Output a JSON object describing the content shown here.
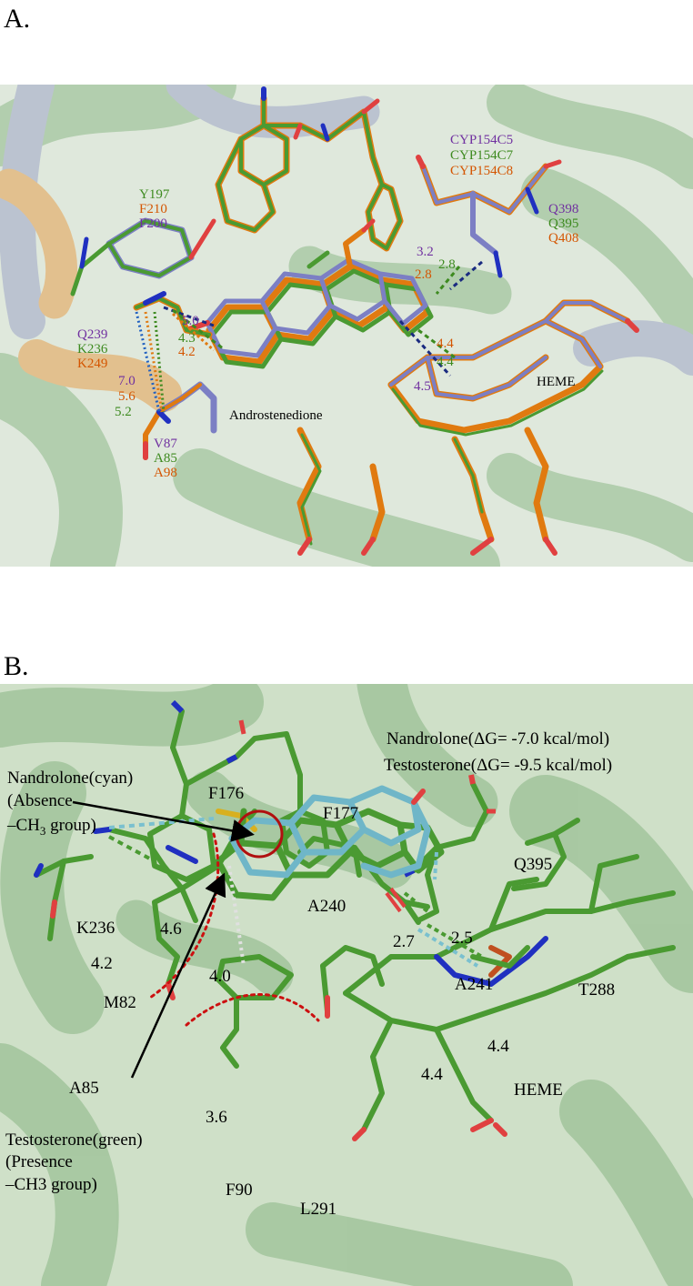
{
  "panel_a": {
    "label": "A.",
    "legend": [
      {
        "text": "CYP154C5",
        "color": "#7030a0"
      },
      {
        "text": "CYP154C7",
        "color": "#3d8a1f"
      },
      {
        "text": "CYP154C8",
        "color": "#d45500"
      }
    ],
    "residues": {
      "tyr": [
        {
          "text": "Y197",
          "color": "#3d8a1f"
        },
        {
          "text": "F210",
          "color": "#d45500"
        },
        {
          "text": "F200",
          "color": "#7030a0"
        }
      ],
      "gln_right": [
        {
          "text": "Q398",
          "color": "#7030a0"
        },
        {
          "text": "Q395",
          "color": "#3d8a1f"
        },
        {
          "text": "Q408",
          "color": "#d45500"
        }
      ],
      "gln_left": [
        {
          "text": "Q239",
          "color": "#7030a0"
        },
        {
          "text": "K236",
          "color": "#3d8a1f"
        },
        {
          "text": "K249",
          "color": "#d45500"
        }
      ],
      "val": [
        {
          "text": "V87",
          "color": "#7030a0"
        },
        {
          "text": "A85",
          "color": "#3d8a1f"
        },
        {
          "text": "A98",
          "color": "#d45500"
        }
      ]
    },
    "distances": [
      {
        "text": "3.2",
        "color": "#7030a0"
      },
      {
        "text": "2.8",
        "color": "#3d8a1f"
      },
      {
        "text": "2.8",
        "color": "#d45500"
      },
      {
        "text": "5.0",
        "color": "#7030a0"
      },
      {
        "text": "4.3",
        "color": "#3d8a1f"
      },
      {
        "text": "4.2",
        "color": "#d45500"
      },
      {
        "text": "7.0",
        "color": "#7030a0"
      },
      {
        "text": "5.6",
        "color": "#d45500"
      },
      {
        "text": "5.2",
        "color": "#3d8a1f"
      },
      {
        "text": "4.4",
        "color": "#d45500"
      },
      {
        "text": "4.4",
        "color": "#3d8a1f"
      },
      {
        "text": "4.5",
        "color": "#7030a0"
      }
    ],
    "heme_label": "HEME",
    "ligand_label": "Androstenedione"
  },
  "panel_b": {
    "label": "B.",
    "energy_lines": [
      "Nandrolone(ΔG= -7.0 kcal/mol)",
      "Testosterone(ΔG= -9.5 kcal/mol)"
    ],
    "nandrolone_note": {
      "line1": "Nandrolone(cyan)",
      "line2": "(Absence",
      "line3_prefix": "–CH",
      "line3_sub": "3",
      "line3_suffix": " group)"
    },
    "testosterone_note": [
      "Testosterone(green)",
      "(Presence",
      "–CH3 group)"
    ],
    "residues": [
      "F176",
      "F177",
      "Q395",
      "A240",
      "K236",
      "A241",
      "T288",
      "M82",
      "A85",
      "HEME",
      "F90",
      "L291"
    ],
    "distances": [
      "4.6",
      "4.2",
      "4.0",
      "2.7",
      "2.5",
      "4.4",
      "4.4",
      "3.6"
    ]
  },
  "colors": {
    "green_stick": "#4a9a32",
    "orange_stick": "#e07a10",
    "slate_stick": "#7c7fc4",
    "cyan_stick": "#6fb6c8",
    "oxygen": "#e04040",
    "nitrogen": "#2030c0",
    "sulfur": "#d8b020",
    "iron": "#c05020",
    "cartoon_green_bg": "#a6c89a",
    "red_dotted": "#cc1010"
  }
}
